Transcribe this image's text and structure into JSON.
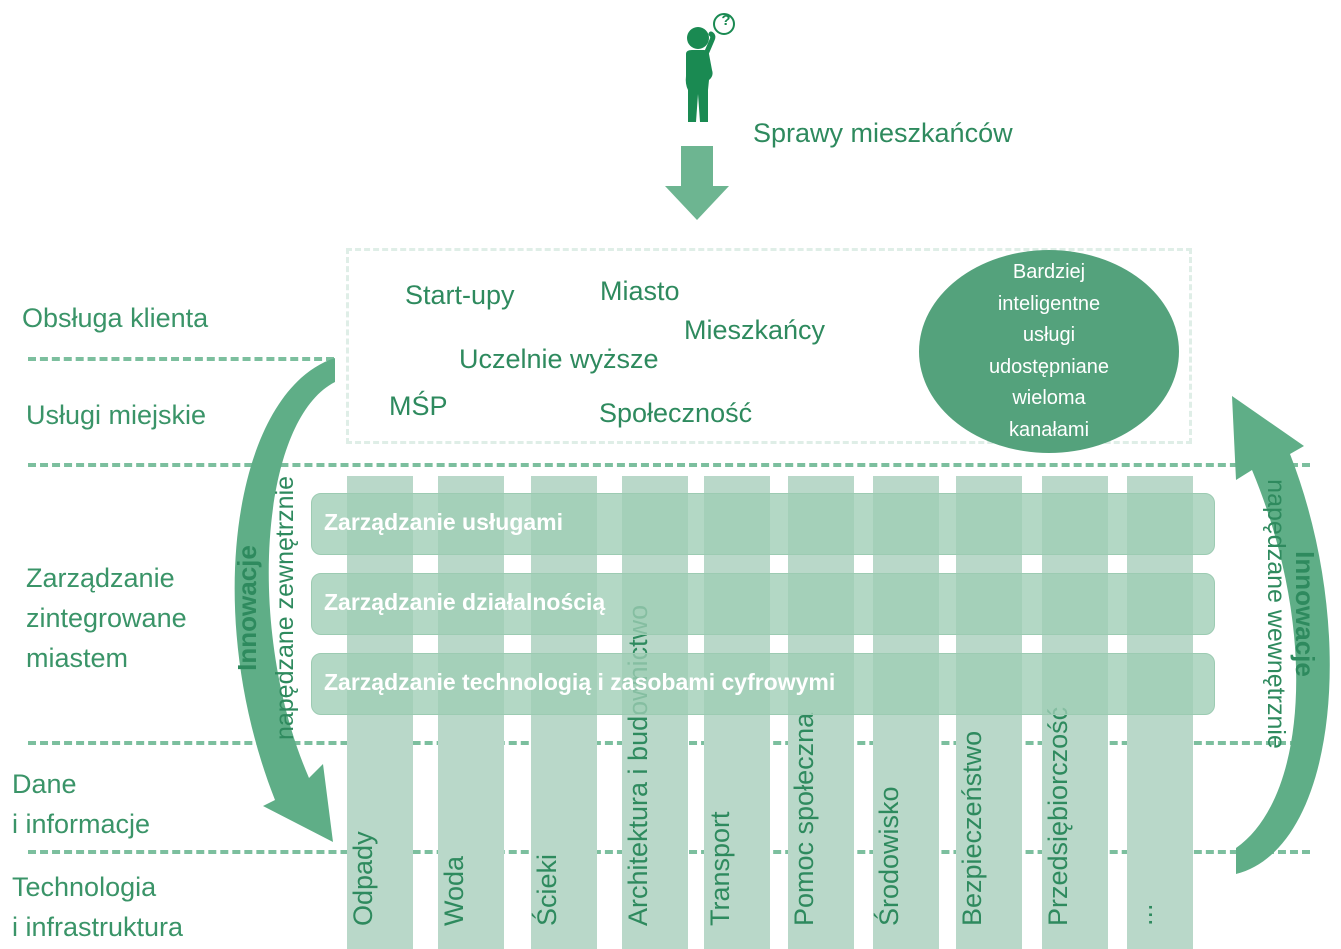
{
  "top": {
    "person_icon": "thinking-person-icon",
    "question_mark": "?",
    "caption": "Sprawy mieszkańców"
  },
  "layers": {
    "obsluga": "Obsługa klienta",
    "uslugi": "Usługi miejskie",
    "zarzadzanie": [
      "Zarządzanie",
      "zintegrowane",
      "miastem"
    ],
    "dane": [
      "Dane",
      "i informacje"
    ],
    "technologia": [
      "Technologia",
      "i infrastruktura"
    ]
  },
  "stakeholders": {
    "startupy": "Start-upy",
    "miasto": "Miasto",
    "mieszkancy": "Mieszkańcy",
    "uczelnie": "Uczelnie wyższe",
    "msp": "MŚP",
    "spolecznosc": "Społeczność"
  },
  "circle": {
    "lines": [
      "Bardziej",
      "inteligentne",
      "usługi",
      "udostępniane",
      "wieloma",
      "kanałami"
    ]
  },
  "bands": {
    "uslugi": "Zarządzanie usługami",
    "dzialalnosc": "Zarządzanie działalnością",
    "technologia": "Zarządzanie technologią i zasobami cyfrowymi"
  },
  "columns": [
    "Odpady",
    "Woda",
    "Ścieki",
    "Architektura i budownictwo",
    "Transport",
    "Pomoc społeczna",
    "Środowisko",
    "Bezpieczeństwo",
    "Przedsiębiorczość",
    "..."
  ],
  "innovation_left": {
    "title": "Innowacje",
    "subtitle": "napędzane zewnętrznie"
  },
  "innovation_right": {
    "title": "Innowacje",
    "subtitle": "napędzane wewnętrznie"
  },
  "colors": {
    "primary_green": "#2e8a5e",
    "light_green": "#b9d8c9",
    "circle_green": "#54a27c"
  }
}
